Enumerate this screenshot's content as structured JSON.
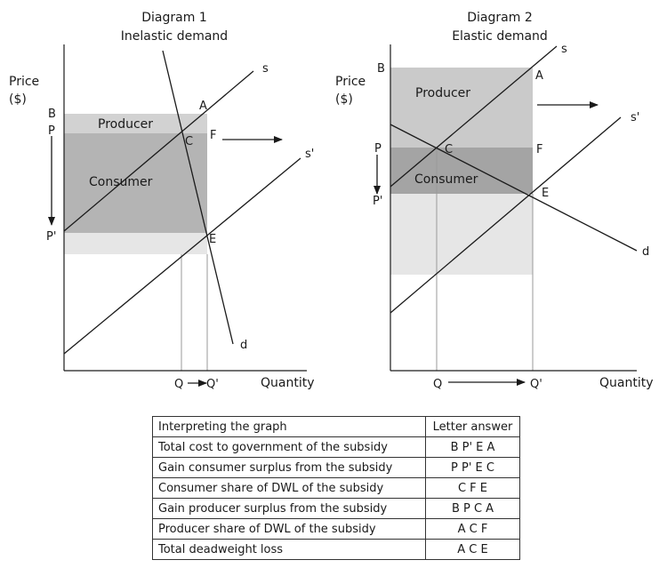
{
  "diagram1": {
    "title": "Diagram 1",
    "subtitle": "Inelastic demand",
    "y_label_1": "Price",
    "y_label_2": "($)",
    "x_label": "Quantity",
    "region_producer": "Producer",
    "region_consumer": "Consumer",
    "label_B": "B",
    "label_P": "P",
    "label_Pprime": "P'",
    "label_A": "A",
    "label_C": "C",
    "label_F": "F",
    "label_E": "E",
    "label_s": "s",
    "label_sprime": "s'",
    "label_d": "d",
    "label_Q": "Q",
    "label_Qprime": "Q'"
  },
  "diagram2": {
    "title": "Diagram 2",
    "subtitle": "Elastic demand",
    "y_label_1": "Price",
    "y_label_2": "($)",
    "x_label": "Quantity",
    "region_producer": "Producer",
    "region_consumer": "Consumer",
    "label_B": "B",
    "label_P": "P",
    "label_Pprime": "P'",
    "label_A": "A",
    "label_C": "C",
    "label_F": "F",
    "label_E": "E",
    "label_s": "s",
    "label_sprime": "s'",
    "label_d": "d",
    "label_Q": "Q",
    "label_Qprime": "Q'"
  },
  "colors": {
    "light_gray": "#e6e6e6",
    "mid_gray": "#c4c4c4",
    "dark_gray": "#a8a8a8",
    "line": "#1a1a1a",
    "guide": "#9a9a9a"
  },
  "table": {
    "headers": [
      "Interpreting the graph",
      "Letter answer"
    ],
    "rows": [
      [
        "Total cost to government of the subsidy",
        "B P' E A"
      ],
      [
        "Gain consumer surplus from the subsidy",
        "P P' E C"
      ],
      [
        "Consumer share of DWL of the subsidy",
        "C F E"
      ],
      [
        "Gain producer surplus from the subsidy",
        "B P C A"
      ],
      [
        "Producer share of DWL of the subsidy",
        "A C F"
      ],
      [
        "Total deadweight loss",
        "A C E"
      ]
    ]
  }
}
